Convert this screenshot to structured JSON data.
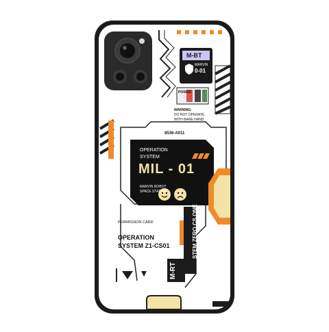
{
  "phone": {
    "brand_block": {
      "logo_text": "M-BT",
      "line1": "MARVIN",
      "line2": "0-01"
    },
    "power_label": "POWER",
    "warning": {
      "line1": "WARNING:",
      "line2": "DO NOT OPERATE",
      "line3": "WITH BARE HAND."
    },
    "serial_code": "8536-A011",
    "screen": {
      "line1": "OPERATION",
      "line2": "SYSTEM",
      "model": "MIL - 01",
      "sub1": "MARVIN ROBOT",
      "sub2": "SPACE STATION"
    },
    "permission_card": "PERMISSION CARD",
    "os_line1": "OPERATION",
    "os_line2": "SYSTEM Z1-CS01",
    "vertical_text": "STEM ZERO.CS.ONE",
    "mrt_mark": "M-RT",
    "colors": {
      "accent_orange": "#f08a2a",
      "cream": "#f3e3a6",
      "body": "#1b1b1b",
      "screen": "#111111"
    },
    "icons": [
      "camera-lens-icon",
      "flash-icon",
      "smile-face-icon",
      "sad-face-icon",
      "shield-icon"
    ]
  }
}
